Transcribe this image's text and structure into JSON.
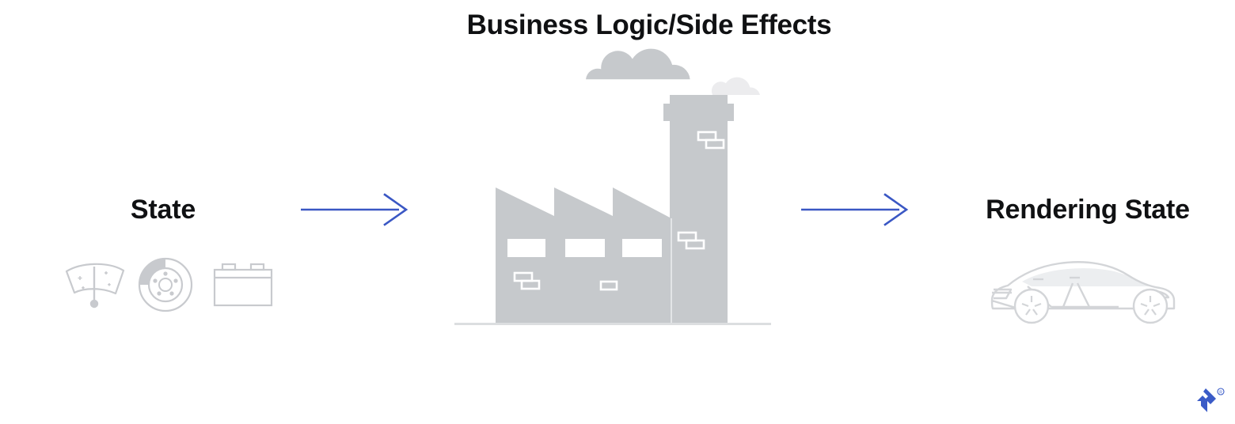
{
  "page": {
    "title": "Business Logic/Side Effects",
    "background_color": "#ffffff",
    "text_color": "#101113"
  },
  "diagram": {
    "type": "flow",
    "direction": "left-to-right",
    "stages": [
      {
        "id": "state",
        "label": "State",
        "illustration": "car-parts-icons",
        "icons": [
          {
            "name": "windshield-wiper-icon",
            "label": "Windshield wiper"
          },
          {
            "name": "brake-disc-icon",
            "label": "Brake disc"
          },
          {
            "name": "car-battery-icon",
            "label": "Car battery"
          }
        ]
      },
      {
        "id": "business-logic",
        "label": "Business Logic/Side Effects",
        "illustration": "factory-with-smokestack",
        "details": {
          "roof_peaks": 3,
          "windows": 3,
          "smoke_clouds": 2,
          "has_ground_line": true
        }
      },
      {
        "id": "rendering-state",
        "label": "Rendering State",
        "illustration": "sedan-car-side-view",
        "details": {
          "wheels": 2
        }
      }
    ],
    "connectors": [
      {
        "name": "arrow-state-to-logic",
        "from": "state",
        "to": "business-logic",
        "style": "line-with-open-chevron"
      },
      {
        "name": "arrow-logic-to-rendering",
        "from": "business-logic",
        "to": "rendering-state",
        "style": "line-with-open-chevron"
      }
    ]
  },
  "colors": {
    "arrow_blue": "#3a57c4",
    "brand_blue": "#3a5bc7",
    "factory_gray": "#c6c9cc",
    "smoke_gray": "#c6c9cc",
    "smoke_light_gray": "#ececee",
    "icon_gray": "#c8cace",
    "car_outline_gray": "#d3d5d8",
    "ground_line_gray": "#dcdee0"
  },
  "brand": {
    "name": "Toptal",
    "mark": "toptal-logo",
    "trademark": "®"
  }
}
